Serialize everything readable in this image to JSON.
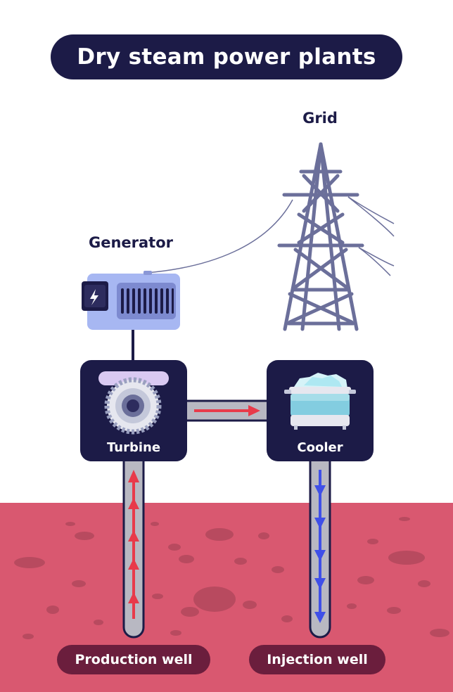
{
  "title": "Dry steam power plants",
  "labels": {
    "grid": "Grid",
    "generator": "Generator",
    "turbine": "Turbine",
    "cooler": "Cooler",
    "production_well": "Production well",
    "injection_well": "Injection well"
  },
  "colors": {
    "navy": "#1c1b47",
    "ground": "#d95870",
    "ground_spots": "#b84a5f",
    "hot_flow": "#e83a4a",
    "cold_flow": "#3f4fe8",
    "pipe": "#b8b8c2",
    "pill_dark": "#6b1e3d",
    "tower": "#6b6f9a",
    "generator_body": "#a7b7f2"
  },
  "icons": [
    "turbine-icon",
    "cooler-icon",
    "generator-icon",
    "power-tower-icon"
  ]
}
